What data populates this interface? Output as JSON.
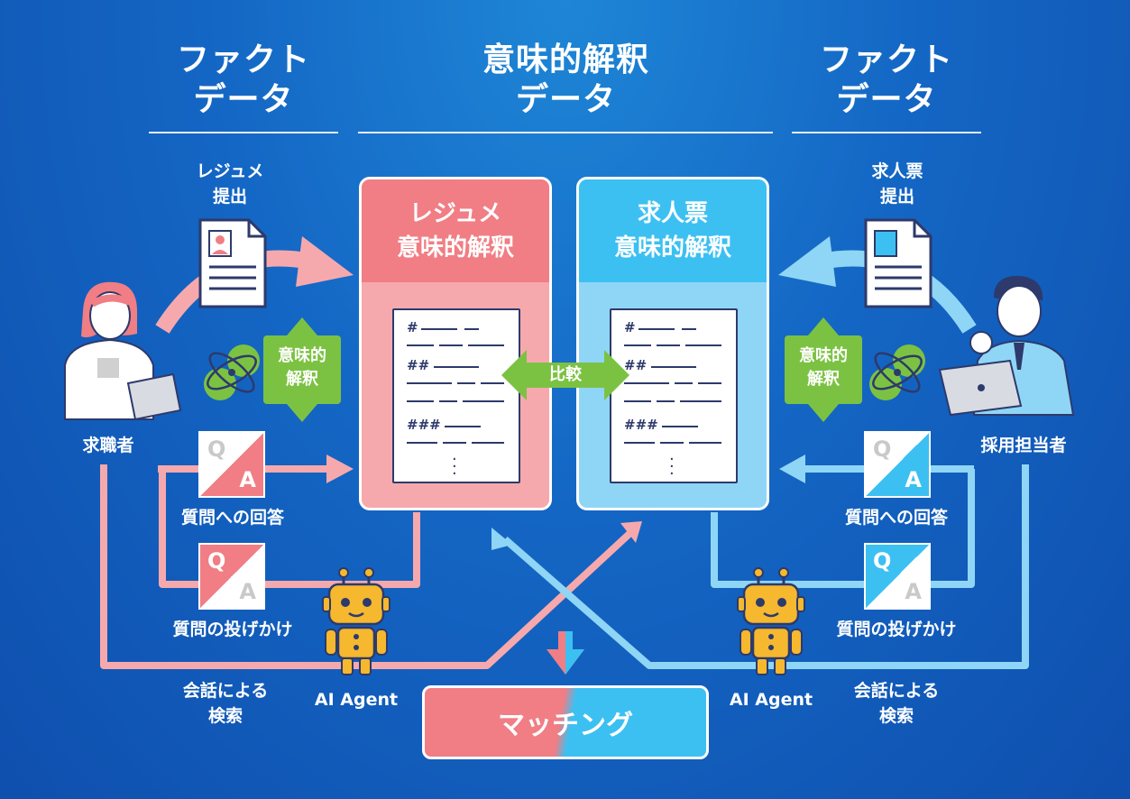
{
  "headers": {
    "left": [
      "ファクト",
      "データ"
    ],
    "center": [
      "意味的解釈",
      "データ"
    ],
    "right": [
      "ファクト",
      "データ"
    ]
  },
  "left": {
    "resume_submit": [
      "レジュメ",
      "提出"
    ],
    "person": "求職者",
    "qa_answer": "質問への回答",
    "qa_ask": "質問の投げかけ",
    "search": [
      "会話による",
      "検索"
    ],
    "semantic_tag": [
      "意味的",
      "解釈"
    ]
  },
  "right": {
    "job_submit": [
      "求人票",
      "提出"
    ],
    "person": "採用担当者",
    "qa_answer": "質問への回答",
    "qa_ask": "質問の投げかけ",
    "search": [
      "会話による",
      "検索"
    ],
    "semantic_tag": [
      "意味的",
      "解釈"
    ]
  },
  "cards": {
    "resume": [
      "レジュメ",
      "意味的解釈"
    ],
    "job": [
      "求人票",
      "意味的解釈"
    ],
    "doc_lines": [
      "#",
      "##",
      "###"
    ]
  },
  "compare": "比較",
  "agent_label": "AI Agent",
  "qa": {
    "q": "Q",
    "a": "A"
  },
  "matching": "マッチング",
  "colors": {
    "pink": "#f07e84",
    "pink_light": "#f6a9ad",
    "blue": "#3cc0f2",
    "blue_light": "#8fd6f6",
    "green": "#7cc242",
    "bg": "#1466c4"
  }
}
